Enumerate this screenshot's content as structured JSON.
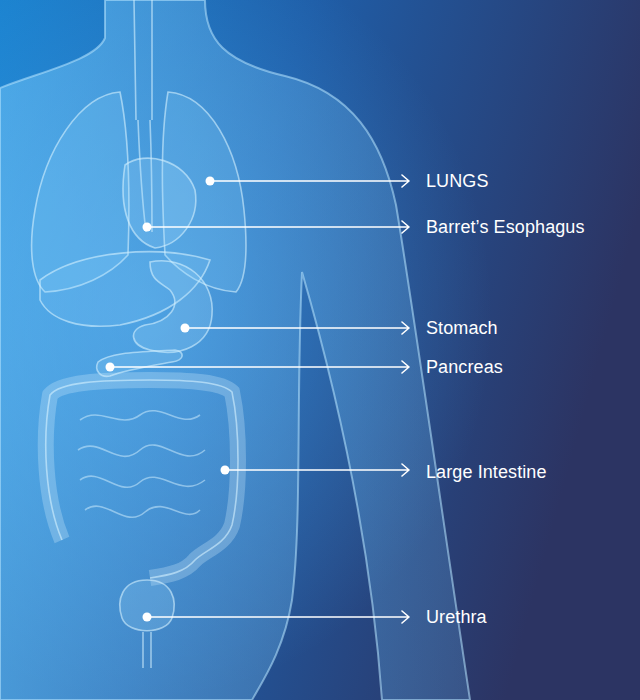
{
  "diagram": {
    "labels": [
      "LUNGS",
      "Barret’s Esophagus",
      "Stomach",
      "Pancreas",
      "Large Intestine",
      "Urethra"
    ]
  }
}
